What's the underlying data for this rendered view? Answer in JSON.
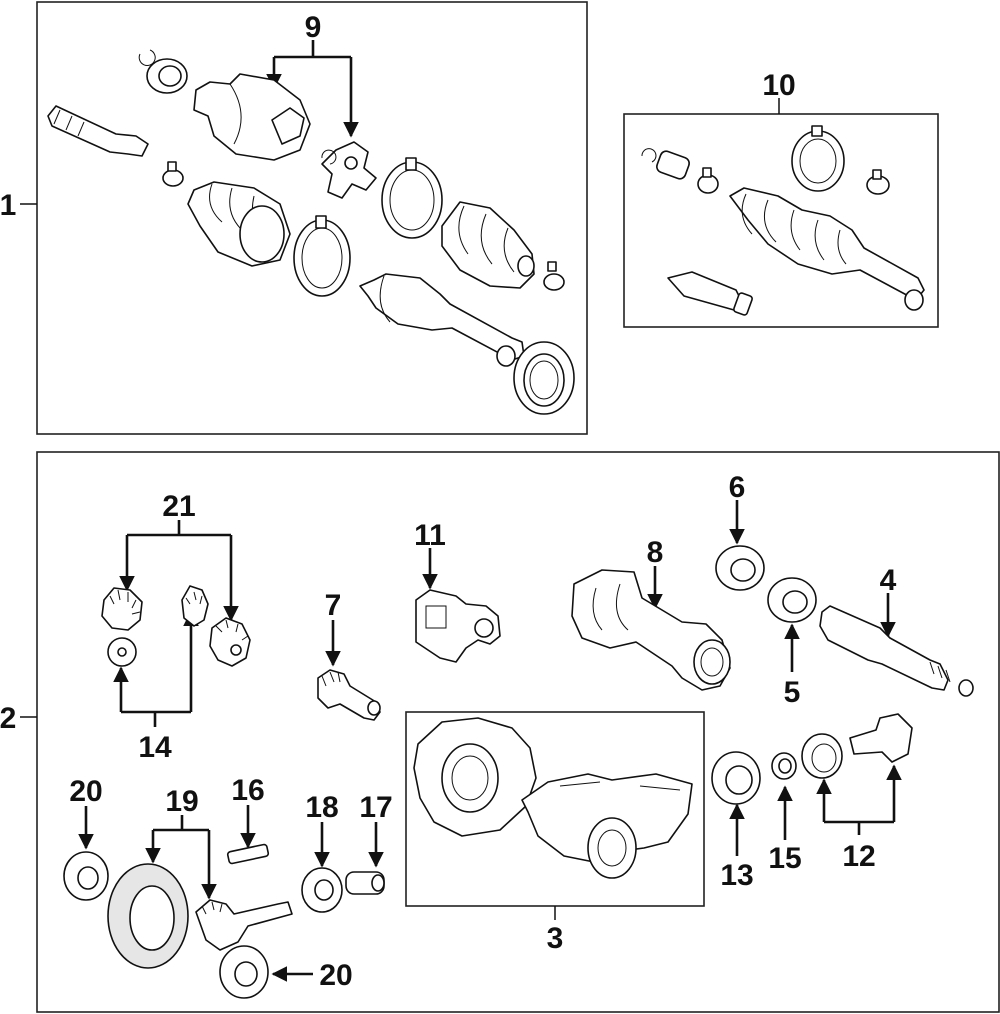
{
  "callouts": {
    "c1": "1",
    "c2": "2",
    "c3": "3",
    "c4": "4",
    "c5": "5",
    "c6": "6",
    "c7": "7",
    "c8": "8",
    "c9": "9",
    "c10": "10",
    "c11": "11",
    "c12": "12",
    "c13": "13",
    "c14": "14",
    "c15": "15",
    "c16": "16",
    "c17": "17",
    "c18": "18",
    "c19": "19",
    "c20a": "20",
    "c20b": "20",
    "c21": "21"
  },
  "parts": {
    "axle_shaft_assembly": "front-axle-shaft-icon",
    "boot_kit": "boot-kit-icon",
    "differential_assembly": "differential-icon",
    "housing_case": "differential-carrier-icon",
    "ring_and_pinion": "ring-gear-pinion-icon"
  },
  "colors": {
    "line": "#111111",
    "background": "#ffffff",
    "shade": "#e6e6e6"
  }
}
